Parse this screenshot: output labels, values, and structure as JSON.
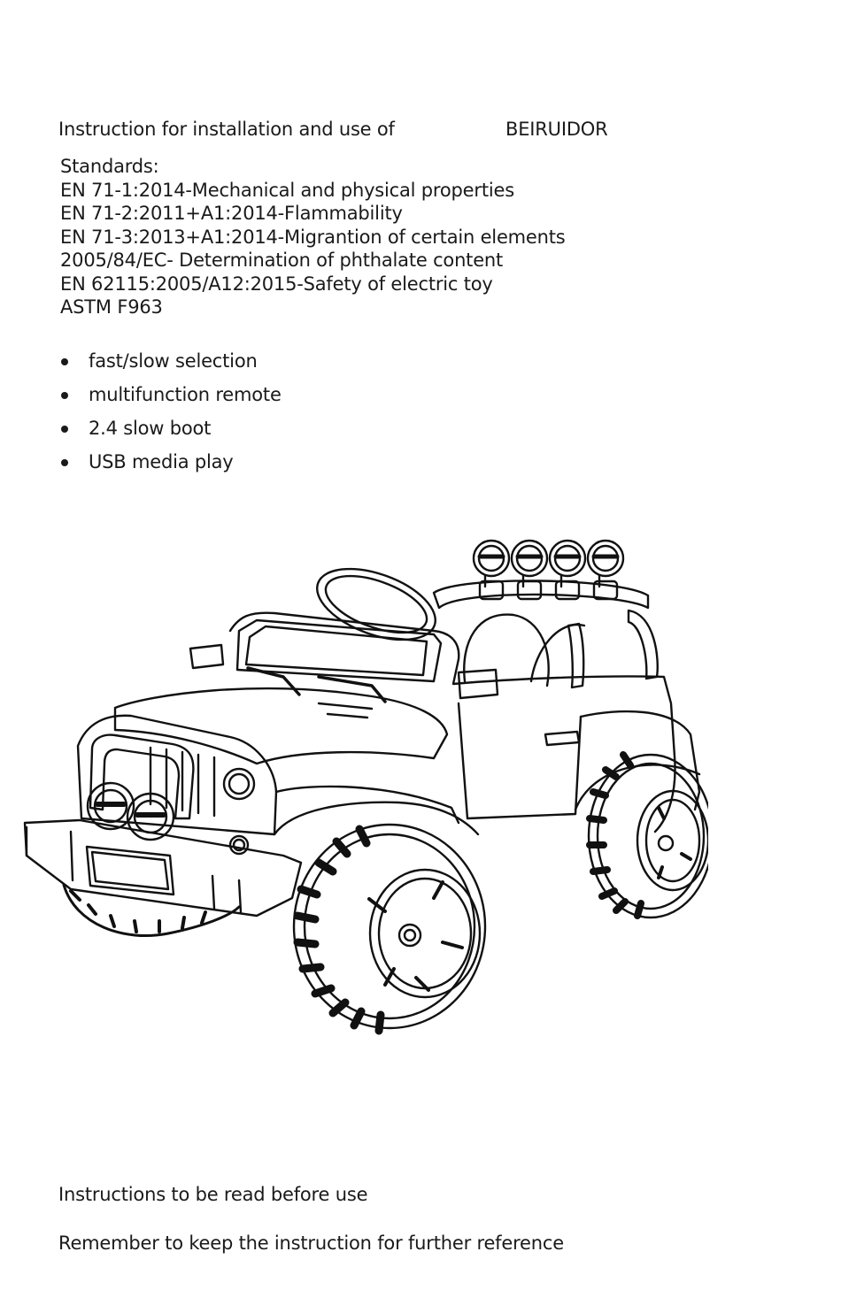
{
  "header": {
    "title": "Instruction for installation and use of",
    "brand": "BEIRUIDOR"
  },
  "standards": {
    "heading": "Standards:",
    "items": [
      "EN 71-1:2014-Mechanical and physical properties",
      "EN 71-2:2011+A1:2014-Flammability",
      "EN 71-3:2013+A1:2014-Migrantion of certain elements",
      "2005/84/EC- Determination of phthalate content",
      "EN 62115:2005/A12:2015-Safety of electric toy",
      "ASTM F963"
    ]
  },
  "features": [
    "fast/slow selection",
    "multifunction remote",
    "2.4 slow boot",
    "USB media play"
  ],
  "illustration": {
    "icon": "ride-on-jeep-line-drawing"
  },
  "footer": {
    "read_notice": "Instructions to be read before use",
    "keep_notice": "Remember to keep the instruction for further reference"
  }
}
